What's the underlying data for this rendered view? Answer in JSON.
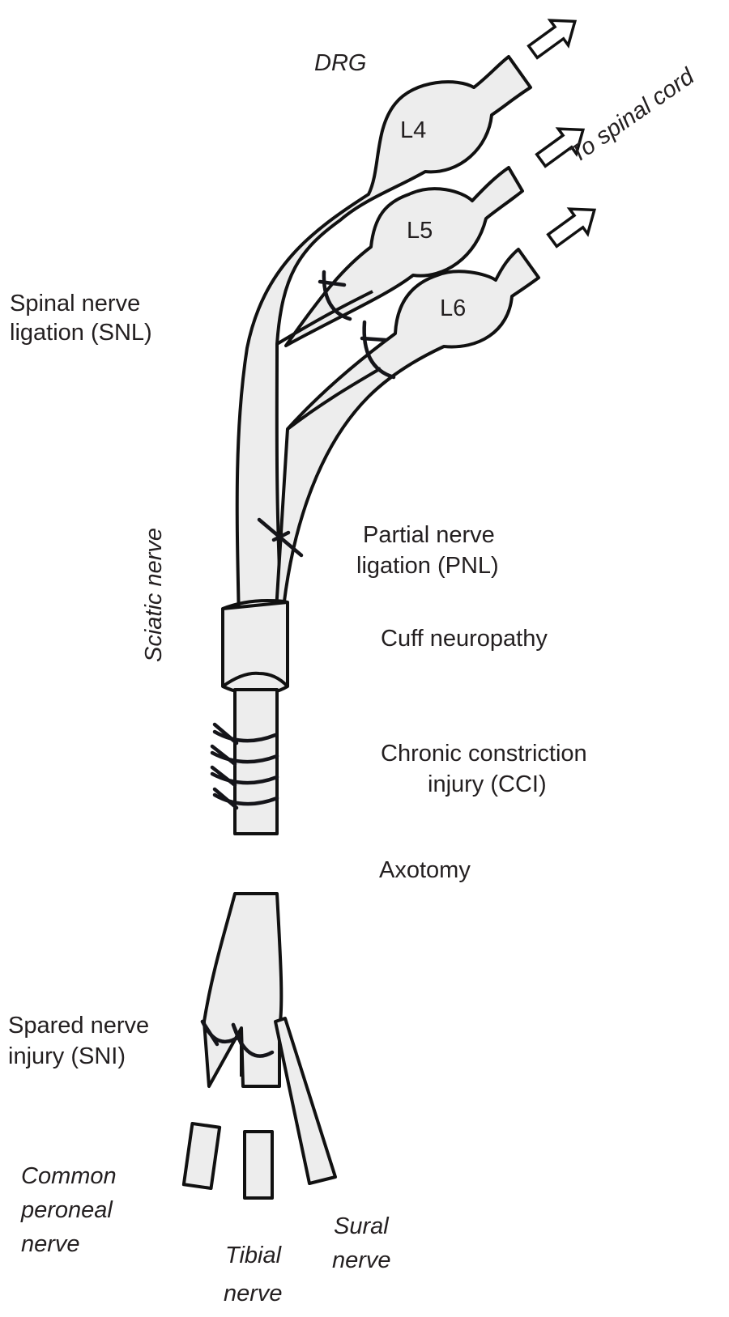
{
  "labels": {
    "drg": "DRG",
    "to_spinal_cord": "To spinal cord",
    "l4": "L4",
    "l5": "L5",
    "l6": "L6",
    "snl_line1": "Spinal nerve",
    "snl_line2": "ligation (SNL)",
    "sciatic_nerve": "Sciatic nerve",
    "pnl_line1": "Partial nerve",
    "pnl_line2": "ligation (PNL)",
    "cuff": "Cuff neuropathy",
    "cci_line1": "Chronic constriction",
    "cci_line2": "injury (CCI)",
    "axotomy": "Axotomy",
    "sni_line1": "Spared nerve",
    "sni_line2": "injury (SNI)",
    "common_peroneal_line1": "Common",
    "common_peroneal_line2": "peroneal",
    "common_peroneal_line3": "nerve",
    "tibial_line1": "Tibial",
    "tibial_line2": "nerve",
    "sural_line1": "Sural",
    "sural_line2": "nerve"
  },
  "icons": {
    "arrow": "hollow-arrow-up-right",
    "ligature": "suture-knot"
  },
  "colors": {
    "nerve_fill": "#ededed",
    "stroke": "#111111",
    "text": "#231f20"
  }
}
